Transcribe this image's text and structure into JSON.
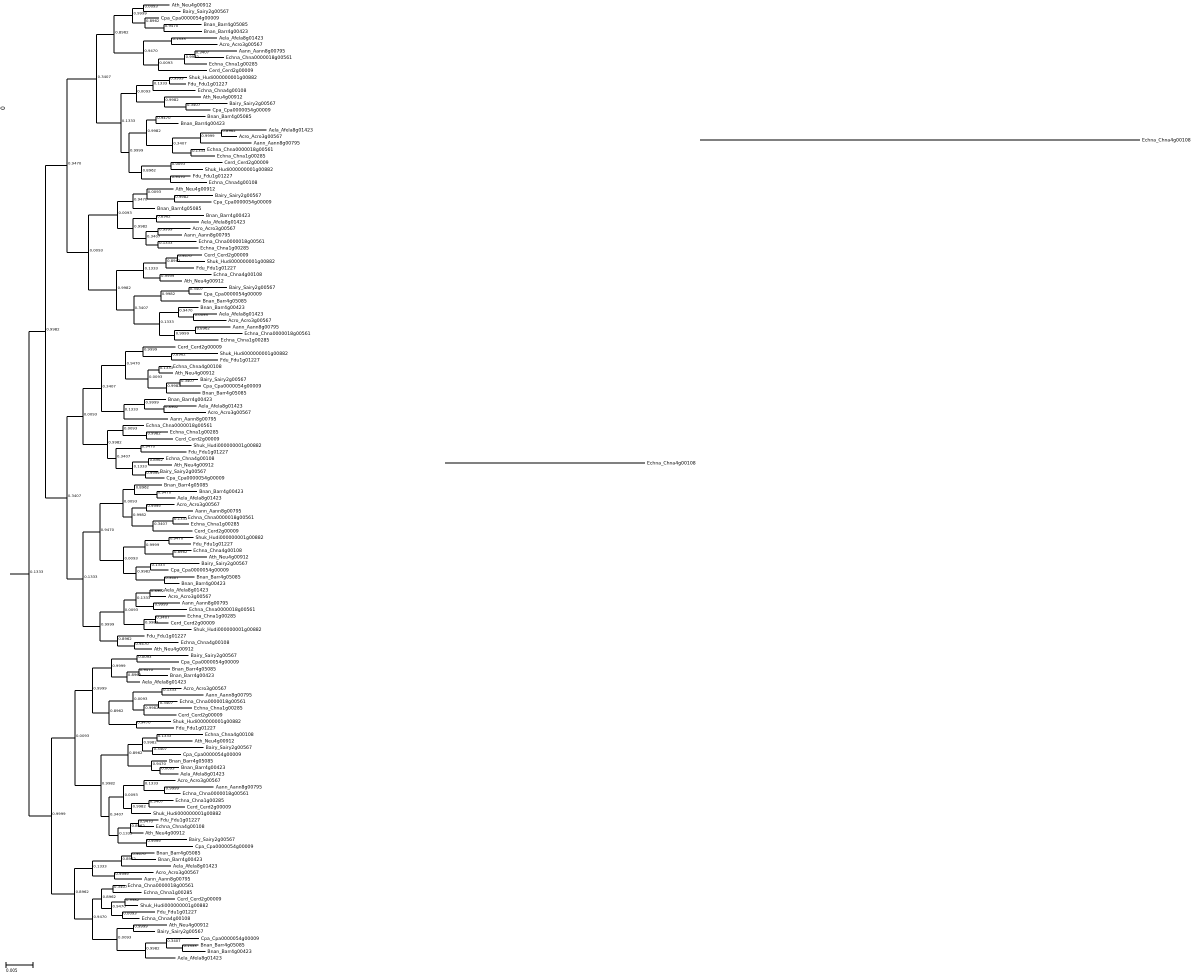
{
  "root_label": "0",
  "scale_bar_label": "0.005",
  "tip_labels_sample": [
    "Ath_Neu4g00912",
    "Bairy_Sairy2g00567",
    "Cpa_Cpa0000054g00009",
    "Bnan_Barr4g05085",
    "Bnan_Barr4g00423",
    "Aela_Afela8g01423",
    "Acro_Acro3g00567",
    "Aann_Aann8g00795",
    "Echna_Chna0000018g00561",
    "Echna_Chna1g00285",
    "Cerd_Cerd2g00009",
    "Shuk_Hudi000000001g00882",
    "Fdu_Fdu1g01227",
    "Echna_Chna4g00108"
  ],
  "node_support_sample": [
    "0.0093",
    "0.9470",
    "0.8962",
    "0.9999",
    "0.1333",
    "0.3407",
    "0.9982"
  ],
  "colors": {
    "branch": "#000000",
    "background": "#ffffff",
    "text": "#000000"
  }
}
